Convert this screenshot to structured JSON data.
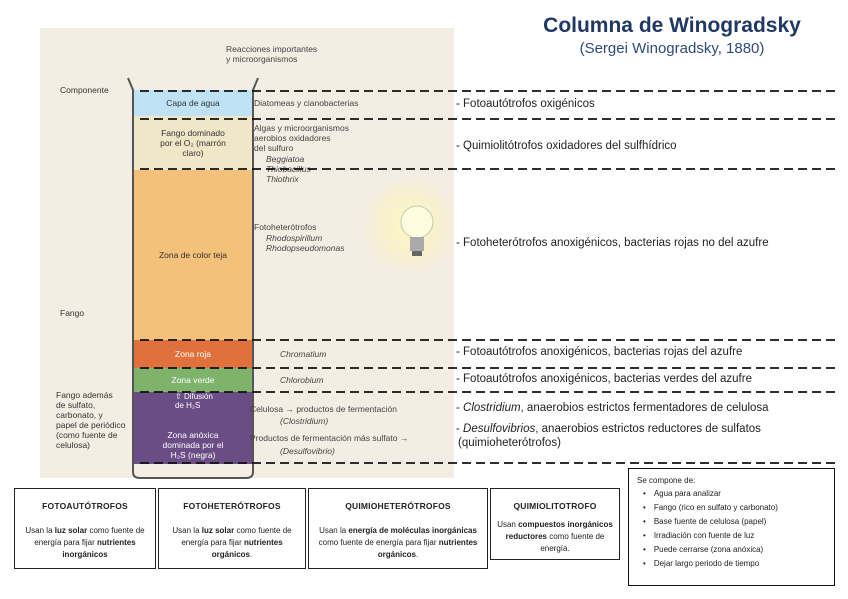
{
  "title": "Columna de Winogradsky",
  "subtitle": "(Sergei Winogradsky, 1880)",
  "figure": {
    "header_component": "Componente",
    "header_reactions": "Reacciones importantes\ny microorganismos",
    "label_fango": "Fango",
    "label_fango_ademas": "Fango además\nde sulfato,\ncarbonato, y\npapel de periódico\n(como fuente de\ncelulosa)",
    "layers": [
      {
        "label": "Capa de agua",
        "color": "#bfe2f4"
      },
      {
        "label": "Fango dominado\npor el O₂ (marrón\nclaro)",
        "color": "#f0e6c8"
      },
      {
        "label": "Zona de color teja",
        "color": "#f3c179"
      },
      {
        "label": "Zona roja",
        "color": "#e0713c"
      },
      {
        "label": "Zona verde",
        "color": "#7fb26a"
      },
      {
        "label": "Zona anóxica\ndominada por el\nH₂S (negra)",
        "color": "#6b4d86"
      }
    ],
    "diffusion_label": "Difusión\nde H₂S",
    "organisms": {
      "o1": "Diatomeas y cianobacterias",
      "o2_main": "Algas y microorganismos\naerobios oxidadores\ndel sulfuro",
      "o2_genera": [
        "Beggiatoa",
        "Thiobacillus",
        "Thiothrix"
      ],
      "o3_main": "Fotoheterótrofos",
      "o3_genera": [
        "Rhodospirillum",
        "Rhodopseudomonas"
      ],
      "o4": "Chromatium",
      "o5": "Chlorobium",
      "o6a": "Celulosa",
      "o6b": "productos de fermentación",
      "o6c": "(Clostridium)",
      "o7a": "Productos de fermentación",
      "o7b": "más sulfato",
      "o7c": "(Desulfovibrio)"
    }
  },
  "descriptions": {
    "d1": "-  Fotoautótrofos oxigénicos",
    "d2": "-  Quimiolitótrofos oxidadores del sulfhídrico",
    "d3": "-  Fotoheterótrofos anoxigénicos, bacterias rojas no del azufre",
    "d4": "-  Fotoautótrofos anoxigénicos, bacterias rojas del azufre",
    "d5": "-  Fotoautótrofos anoxigénicos, bacterias verdes del azufre",
    "d6_prefix": "-  ",
    "d6_italic": "Clostridium",
    "d6_rest": ",  anaerobios estrictos fermentadores de celulosa",
    "d7_prefix": "-  ",
    "d7_italic": "Desulfovibrios",
    "d7_rest": ", anaerobios estrictos reductores de sulfatos",
    "d7_line2": "(quimioheterótrofos)"
  },
  "boxes": [
    {
      "title": "FOTOAUTÓTROFOS",
      "p1": "Usan la ",
      "b1": "luz solar",
      "p2": " como fuente de energía para fijar ",
      "b2": "nutrientes inorgánicos",
      "p3": ""
    },
    {
      "title": "FOTOHETERÓTROFOS",
      "p1": "Usan la ",
      "b1": "luz solar",
      "p2": " como fuente de energía para fijar ",
      "b2": "nutrientes orgánicos",
      "p3": "."
    },
    {
      "title": "QUIMIOHETERÓTROFOS",
      "p1": "Usan la ",
      "b1": "energía de moléculas inorgánicas",
      "p2": " como fuente de energía para fijar ",
      "b2": "nutrientes orgánicos",
      "p3": "."
    },
    {
      "title": "QUIMIOLITOTROFO",
      "p1": "Usan ",
      "b1": "compuestos inorgánicos reductores",
      "p2": " como fuente de energía.",
      "b2": "",
      "p3": ""
    }
  ],
  "notes": {
    "header": "Se compone de:",
    "items": [
      "Agua para analizar",
      "Fango (rico en sulfato y carbonato)",
      "Base fuente de celulosa (papel)",
      "Irradiación con fuente de luz",
      "Puede cerrarse (zona anóxica)",
      "Dejar largo periodo de tiempo"
    ]
  }
}
